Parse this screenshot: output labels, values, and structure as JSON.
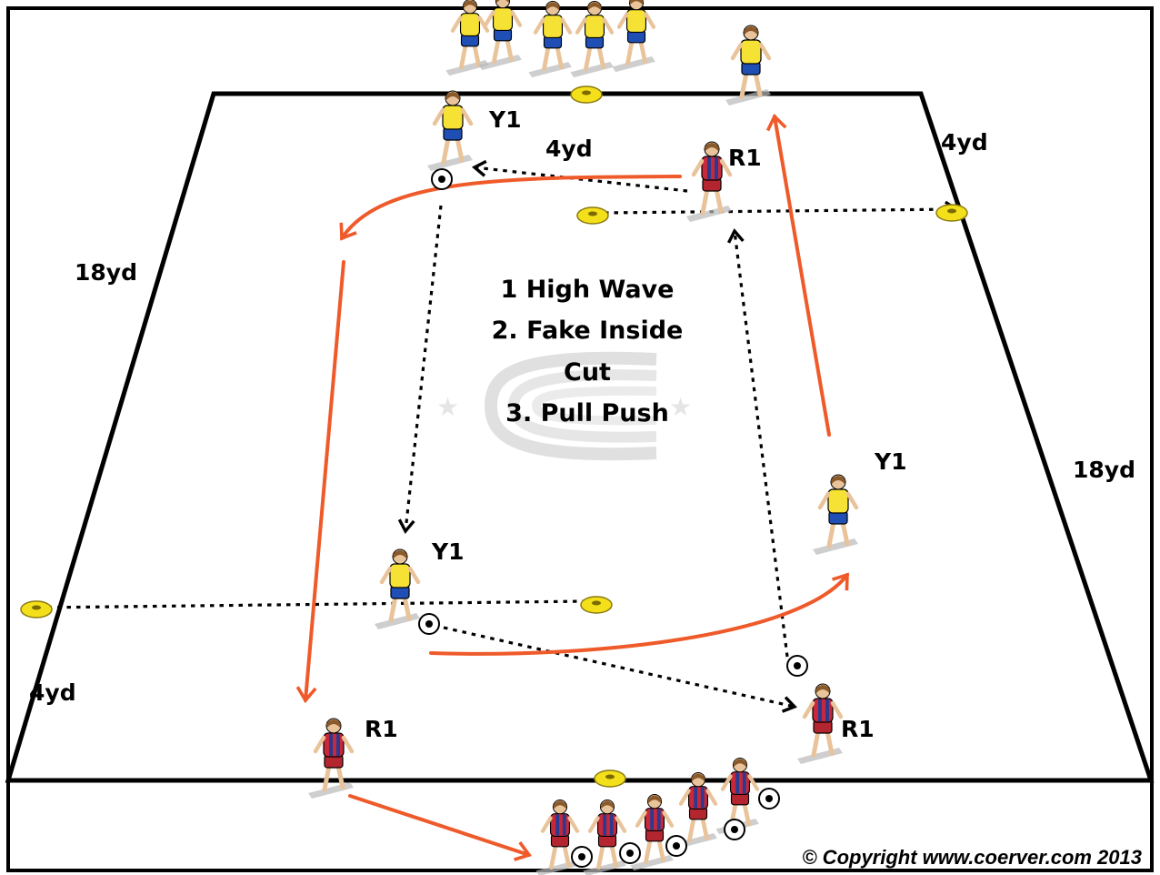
{
  "drill": {
    "steps": [
      "1 High Wave",
      "2. Fake Inside",
      "Cut",
      "3. Pull Push"
    ]
  },
  "dimensions": {
    "top_right_width": "4yd",
    "top_mid_width": "4yd",
    "left_length": "18yd",
    "right_length": "18yd",
    "bottom_left_width": "4yd"
  },
  "players": {
    "y1_top": "Y1",
    "r1_top": "R1",
    "y1_right": "Y1",
    "y1_mid": "Y1",
    "r1_bottom_left": "R1",
    "r1_bottom_right": "R1"
  },
  "copyright": "© Copyright www.coerver.com 2013",
  "colors": {
    "run_arrow": "#ef5a2a",
    "pass_line": "#000000",
    "cone": "#f4df1b",
    "yellow_kit": "#f6e235",
    "yellow_shorts": "#1f4fb5",
    "red_kit_stripe_a": "#c8283a",
    "red_kit_stripe_b": "#2b3a8f",
    "red_shorts": "#b3262f"
  }
}
